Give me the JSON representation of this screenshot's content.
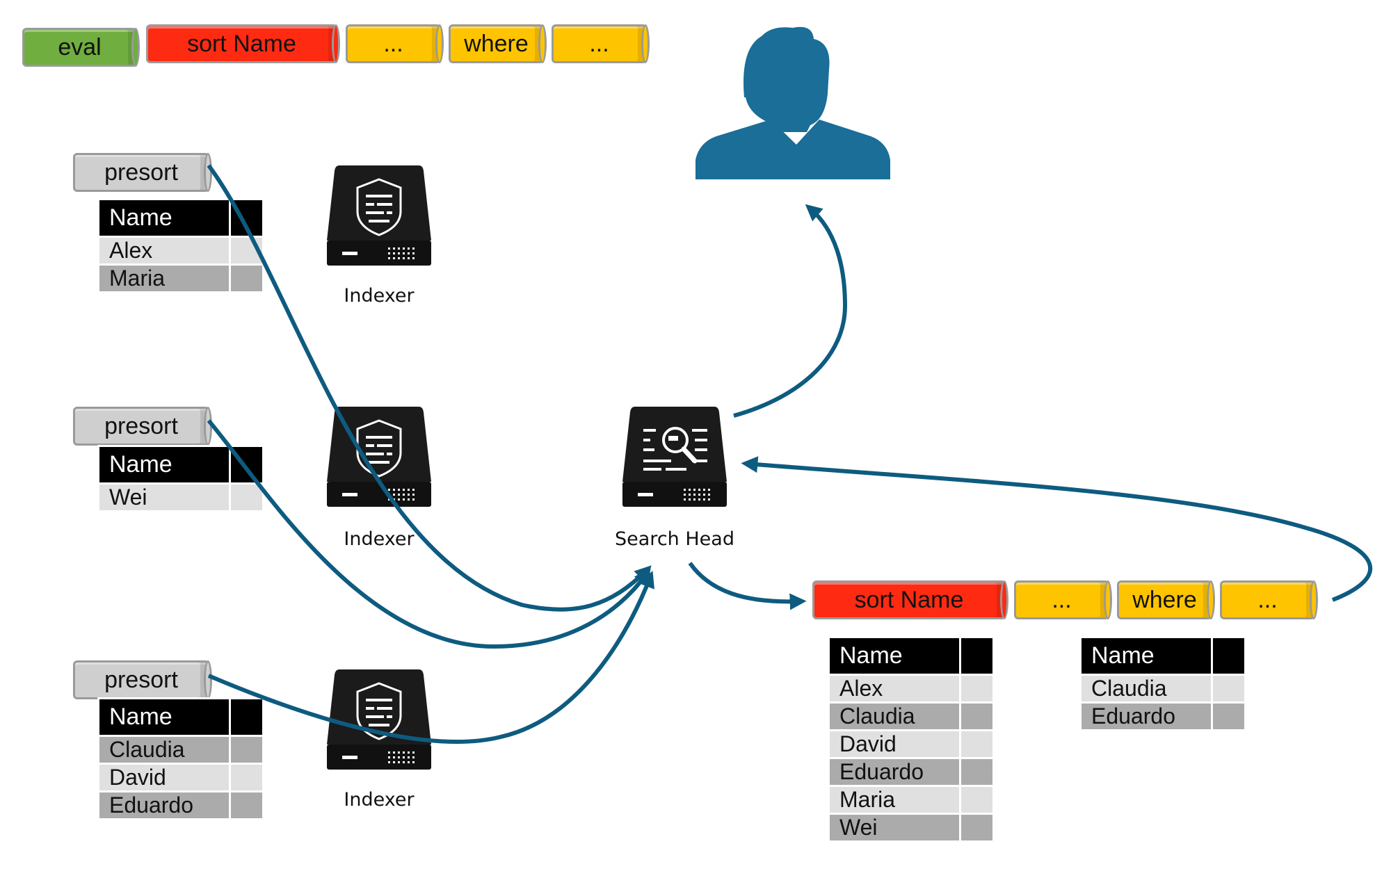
{
  "top_pipeline": {
    "eval": "eval",
    "sort": "sort Name",
    "ellipsis1": "...",
    "where": "where",
    "ellipsis2": "..."
  },
  "indexers": [
    {
      "command": "presort",
      "header": "Name",
      "rows": [
        "Alex",
        "Maria"
      ],
      "label": "Indexer"
    },
    {
      "command": "presort",
      "header": "Name",
      "rows": [
        "Wei"
      ],
      "label": "Indexer"
    },
    {
      "command": "presort",
      "header": "Name",
      "rows": [
        "Claudia",
        "David",
        "Eduardo"
      ],
      "label": "Indexer"
    }
  ],
  "search_head": {
    "label": "Search Head"
  },
  "sh_pipeline": {
    "sort": "sort Name",
    "ellipsis1": "...",
    "where": "where",
    "ellipsis2": "..."
  },
  "sorted_table": {
    "header": "Name",
    "rows": [
      "Alex",
      "Claudia",
      "David",
      "Eduardo",
      "Maria",
      "Wei"
    ]
  },
  "filtered_table": {
    "header": "Name",
    "rows": [
      "Claudia",
      "Eduardo"
    ]
  },
  "colors": {
    "arrow": "#0e5b80",
    "user": "#1a6e97",
    "green": "#6fae3f",
    "red": "#ff2a12",
    "yellow": "#ffc400"
  }
}
